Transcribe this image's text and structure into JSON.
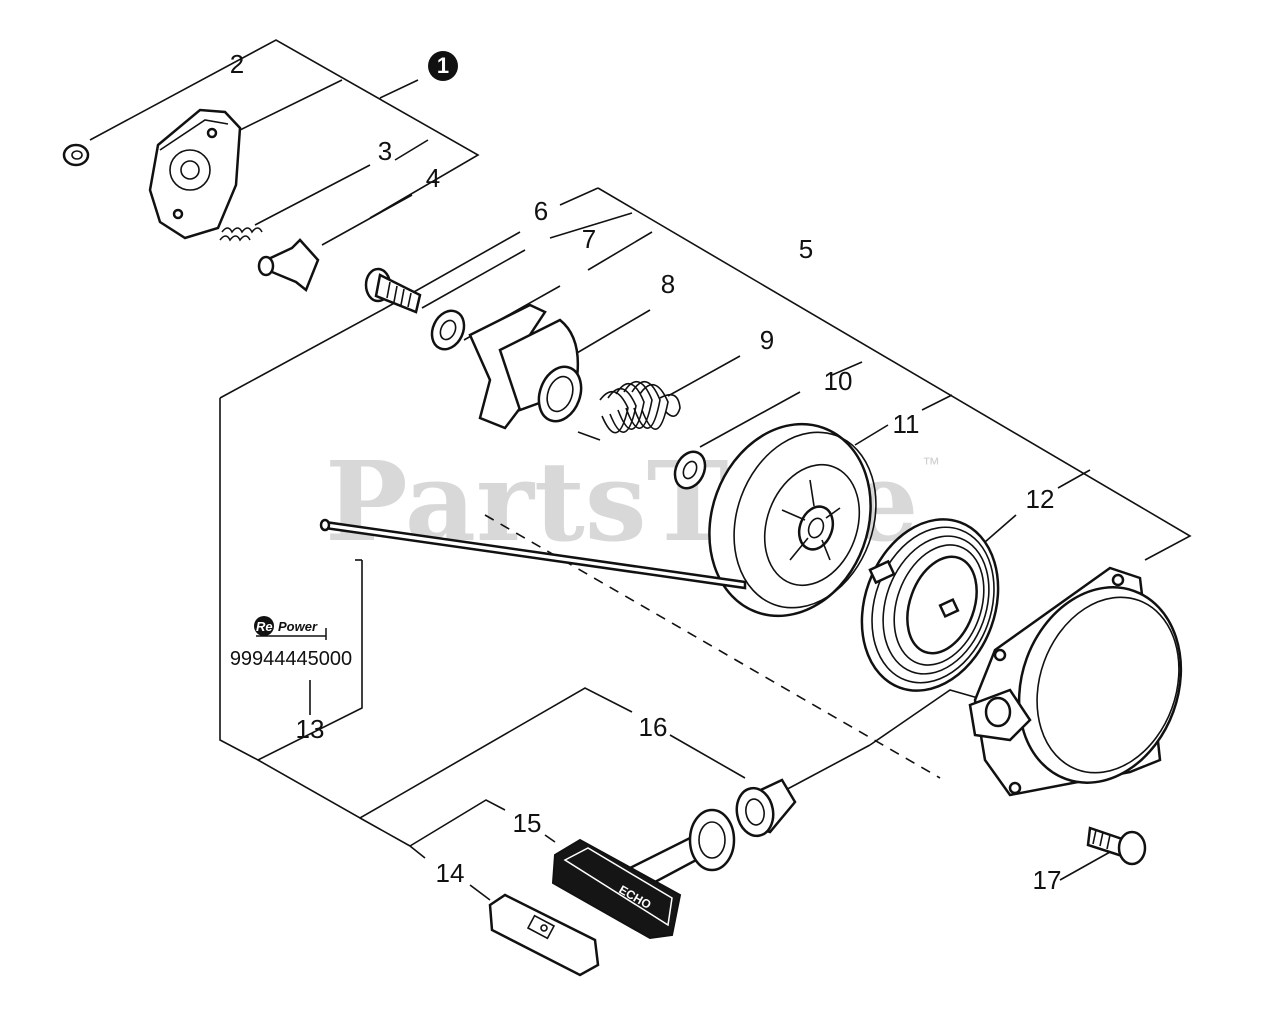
{
  "callouts": {
    "c1": "1",
    "c2": "2",
    "c3": "3",
    "c4": "4",
    "c5": "5",
    "c6": "6",
    "c7": "7",
    "c8": "8",
    "c9": "9",
    "c10": "10",
    "c11": "11",
    "c12": "12",
    "c13": "13",
    "c14": "14",
    "c15": "15",
    "c16": "16",
    "c17": "17"
  },
  "repower": {
    "brand_re": "Re",
    "brand_power": "Power",
    "part_number": "99944445000"
  },
  "watermark": {
    "text": "PartsTree",
    "trademark": "™"
  },
  "handle_marking": "ECHO"
}
